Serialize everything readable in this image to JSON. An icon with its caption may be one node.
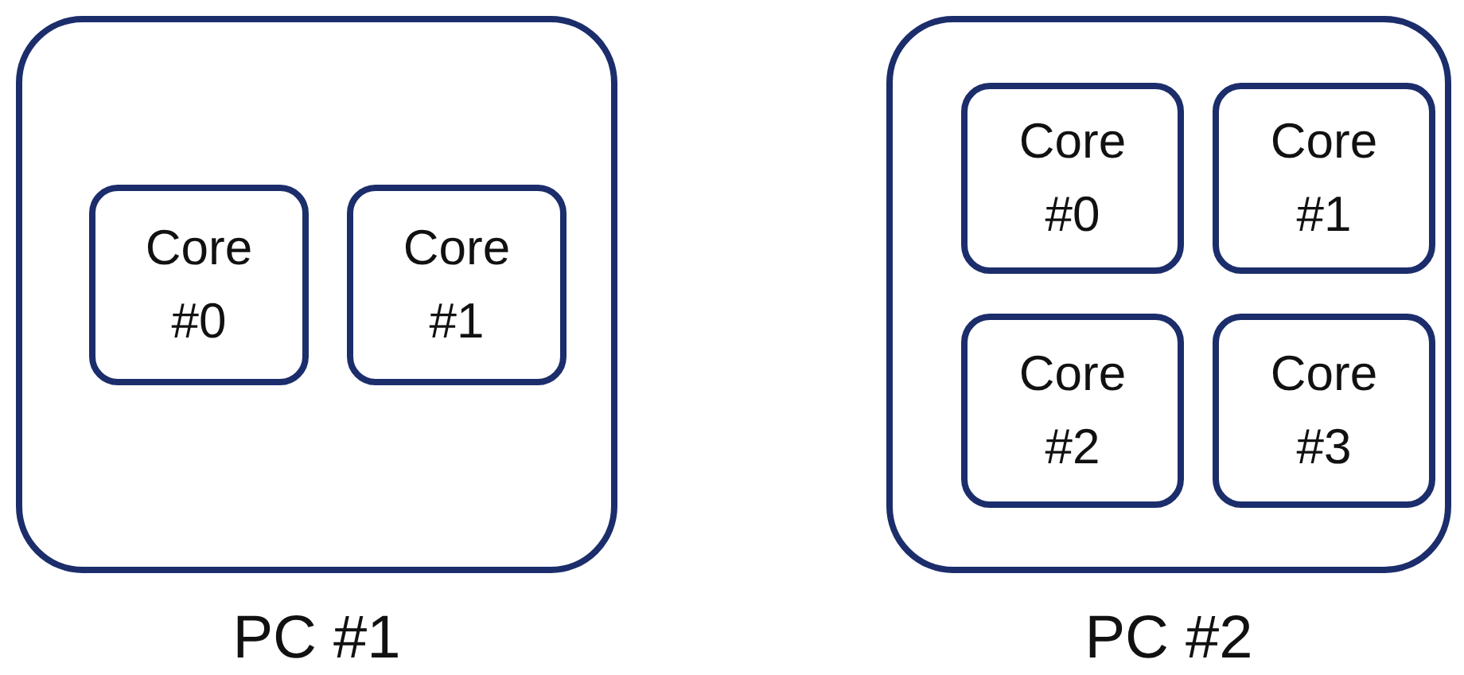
{
  "diagram": {
    "nodes": [
      {
        "text": [
          "PC #1"
        ]
      },
      {
        "text": [
          "Core #0"
        ],
        "in": 0
      },
      {
        "text": [
          "Core #1"
        ],
        "in": 0
      },
      {
        "text": [
          "PC #2"
        ]
      },
      {
        "text": [
          "Core #0"
        ],
        "in": 3
      },
      {
        "text": [
          "Core #1"
        ],
        "in": 3
      },
      {
        "text": [
          "Core #2"
        ],
        "in": 3
      },
      {
        "text": [
          "Core #3"
        ],
        "in": 3
      }
    ]
  }
}
